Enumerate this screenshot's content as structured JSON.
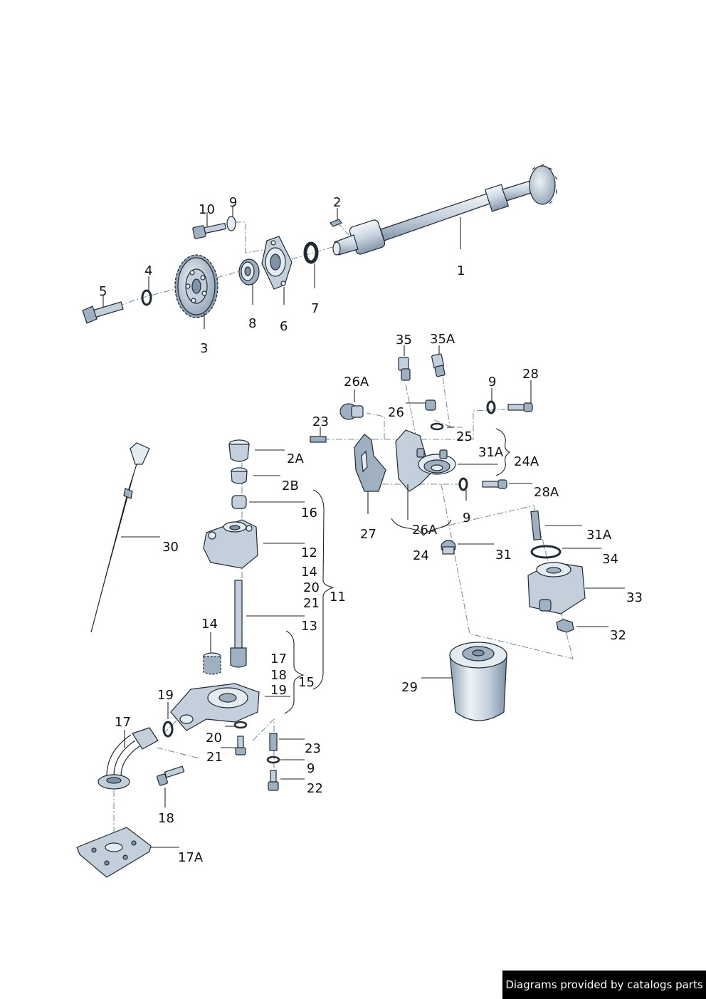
{
  "callouts": [
    "1",
    "2",
    "3",
    "4",
    "5",
    "6",
    "7",
    "8",
    "9",
    "10",
    "35",
    "35A",
    "26A",
    "9",
    "28",
    "26",
    "23",
    "25",
    "31A",
    "24A",
    "2A",
    "2B",
    "16",
    "12",
    "14",
    "20",
    "21",
    "11",
    "13",
    "30",
    "27",
    "26A",
    "9",
    "24",
    "31",
    "31A",
    "34",
    "33",
    "32",
    "29",
    "28A",
    "14",
    "17",
    "18",
    "19",
    "15",
    "19",
    "17",
    "20",
    "21",
    "23",
    "9",
    "22",
    "18",
    "17A"
  ],
  "footer": {
    "text": "Diagrams provided by catalogs parts"
  },
  "colors": {
    "line": "#222222",
    "dashed": "#7a8fa3",
    "metal_light": "#e4ebf1",
    "metal_mid": "#c3d0dc",
    "metal_dark": "#7f93a6",
    "footer_bg": "#000000"
  }
}
